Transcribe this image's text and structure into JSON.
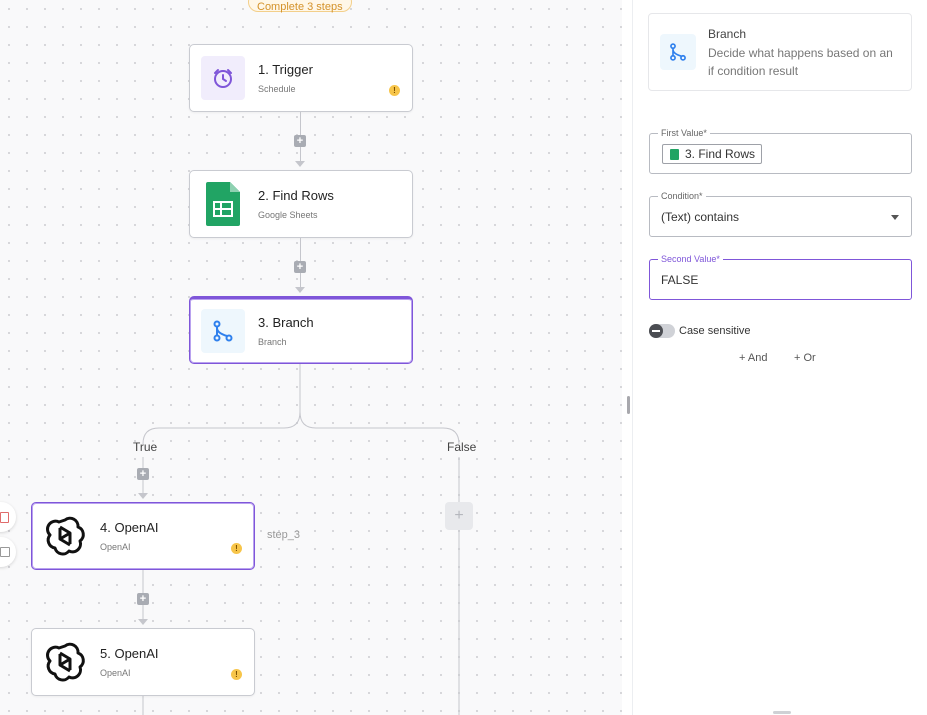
{
  "badge": "Complete 3 steps",
  "nodes": {
    "trigger": {
      "title": "1. Trigger",
      "subtitle": "Schedule",
      "icon": "clock-icon",
      "warning": "!"
    },
    "find_rows": {
      "title": "2. Find Rows",
      "subtitle": "Google Sheets",
      "icon": "google-sheets-icon"
    },
    "branch": {
      "title": "3. Branch",
      "subtitle": "Branch",
      "icon": "branch-icon"
    },
    "openai_4": {
      "title": "4. OpenAI",
      "subtitle": "OpenAI",
      "icon": "openai-icon",
      "warning": "!"
    },
    "openai_5": {
      "title": "5. OpenAI",
      "subtitle": "OpenAI",
      "icon": "openai-icon",
      "warning": "!"
    }
  },
  "connectors": {
    "add_symbol": "+"
  },
  "branches": {
    "true_label": "True",
    "false_label": "False",
    "add_symbol": "+"
  },
  "step_label": "step_3",
  "panel": {
    "info": {
      "title": "Branch",
      "description": "Decide what happens based on an if condition result"
    },
    "first_value": {
      "label": "First Value*",
      "chip": "3. Find Rows"
    },
    "condition": {
      "label": "Condition*",
      "value": "(Text) contains"
    },
    "second_value": {
      "label": "Second Value*",
      "value": "FALSE"
    },
    "case_sensitive": {
      "label": "Case sensitive",
      "enabled": false
    },
    "add_and": "+ And",
    "add_or": "+ Or"
  },
  "colors": {
    "accent": "#7f56d9",
    "sheets_green": "#21a464",
    "warning": "#f7c54a",
    "branch_blue": "#2f80ed"
  }
}
